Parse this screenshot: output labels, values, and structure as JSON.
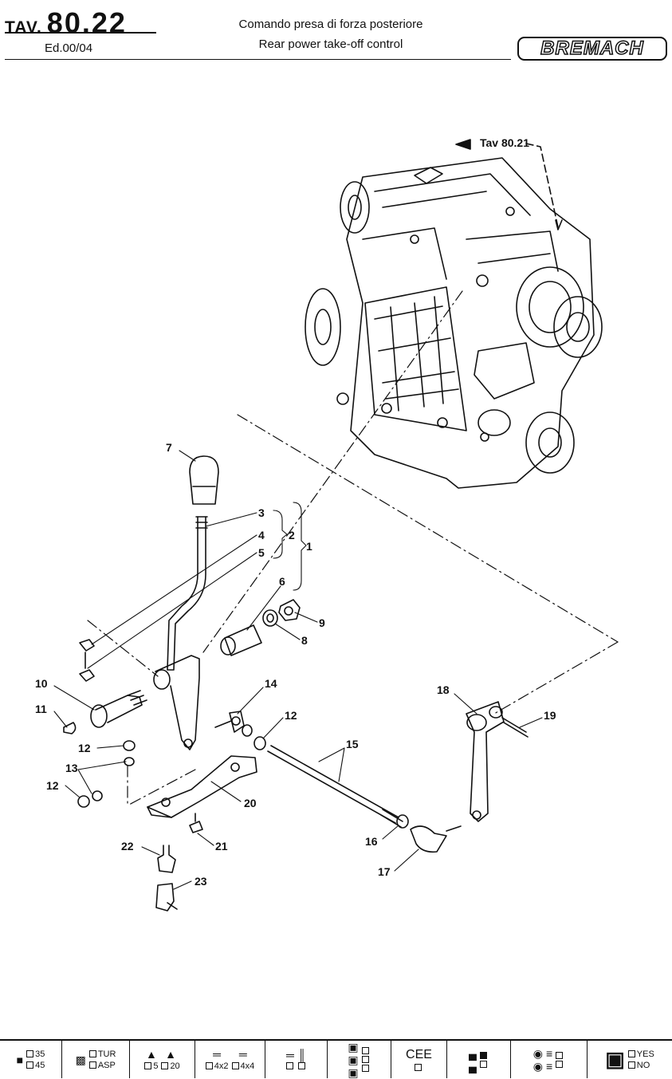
{
  "header": {
    "tav_prefix": "TAV.",
    "tav_number": "80.22",
    "edition": "Ed.00/04",
    "title_it": "Comando presa di forza posteriore",
    "title_en": "Rear power take-off control",
    "brand": "BREMACH",
    "ref_table": "Tav 80.21"
  },
  "callouts": [
    "1",
    "2",
    "3",
    "4",
    "5",
    "6",
    "7",
    "8",
    "9",
    "10",
    "11",
    "12",
    "12",
    "12",
    "13",
    "14",
    "15",
    "16",
    "17",
    "18",
    "19",
    "20",
    "21",
    "22",
    "23"
  ],
  "footer": {
    "weight_options": [
      "35",
      "45"
    ],
    "engine_options": [
      "TUR",
      "ASP"
    ],
    "option_5": "5",
    "option_20": "20",
    "drive_4x2": "4x2",
    "drive_4x4": "4x4",
    "cee": "CEE",
    "yes": "YES",
    "no": "NO"
  }
}
